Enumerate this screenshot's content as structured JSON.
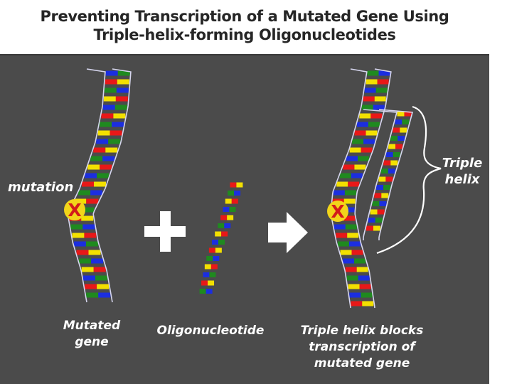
{
  "header": {
    "title_line1": "Preventing Transcription of a Mutated Gene  Using",
    "title_line2": "Triple-helix-forming Oligonucleotides"
  },
  "labels": {
    "mutation": "mutation",
    "mutated_gene_1": "Mutated",
    "mutated_gene_2": "gene",
    "oligo": "Oligonucleotide",
    "result_1": "Triple helix blocks",
    "result_2": "transcription of",
    "result_3": "mutated gene",
    "triple_1": "Triple",
    "triple_2": "helix",
    "marker_left": "X",
    "marker_right": "X"
  },
  "colors": {
    "background": "#4b4b4b",
    "header_bg": "#ffffff",
    "title_text": "#262626",
    "backbone": "#d6d6ee",
    "base_blue": "#1b2ee0",
    "base_red": "#e81818",
    "base_green": "#1f8a1f",
    "base_yellow": "#f3e000",
    "mutation_marker": "#f2d51a",
    "mutation_x": "#d21b1b",
    "arrow": "#ffffff"
  },
  "icons": {
    "plus": "plus-sign-icon",
    "arrow": "right-arrow-icon",
    "mutation": "mutation-x-icon",
    "bracket": "curly-bracket-icon"
  }
}
